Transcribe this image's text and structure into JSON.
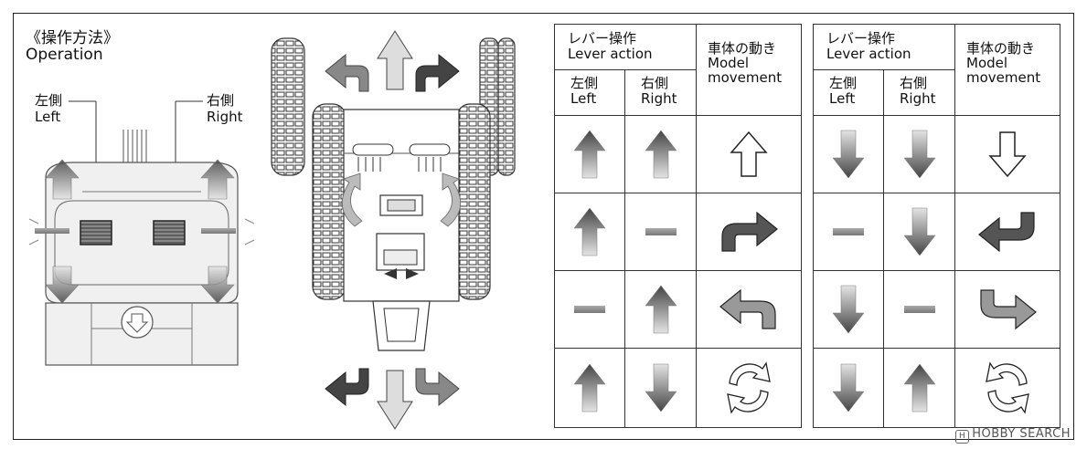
{
  "section": {
    "title_jp": "《操作方法》",
    "title_en": "Operation"
  },
  "controller": {
    "left_jp": "左側",
    "left_en": "Left",
    "right_jp": "右側",
    "right_en": "Right"
  },
  "tables": [
    {
      "header": {
        "lever_jp": "レバー操作",
        "lever_en": "Lever action",
        "left_jp": "左側",
        "left_en": "Left",
        "right_jp": "右側",
        "right_en": "Right",
        "model_jp": "車体の動き",
        "model_en_1": "Model",
        "model_en_2": "movement"
      },
      "rows": [
        {
          "left": "up-arrow",
          "right": "up-arrow",
          "movement": "forward"
        },
        {
          "left": "up-arrow",
          "right": "neutral",
          "movement": "turn-right"
        },
        {
          "left": "neutral",
          "right": "up-arrow",
          "movement": "turn-left"
        },
        {
          "left": "up-arrow",
          "right": "down-arrow",
          "movement": "spin"
        }
      ]
    },
    {
      "header": {
        "lever_jp": "レバー操作",
        "lever_en": "Lever action",
        "left_jp": "左側",
        "left_en": "Left",
        "right_jp": "右側",
        "right_en": "Right",
        "model_jp": "車体の動き",
        "model_en_1": "Model",
        "model_en_2": "movement"
      },
      "rows": [
        {
          "left": "down-arrow",
          "right": "down-arrow",
          "movement": "backward"
        },
        {
          "left": "neutral",
          "right": "down-arrow",
          "movement": "back-left"
        },
        {
          "left": "down-arrow",
          "right": "neutral",
          "movement": "back-right"
        },
        {
          "left": "down-arrow",
          "right": "up-arrow",
          "movement": "spin"
        }
      ]
    }
  ],
  "watermark": {
    "icon": "hobby-search-logo-icon",
    "text": "HOBBY SEARCH"
  }
}
